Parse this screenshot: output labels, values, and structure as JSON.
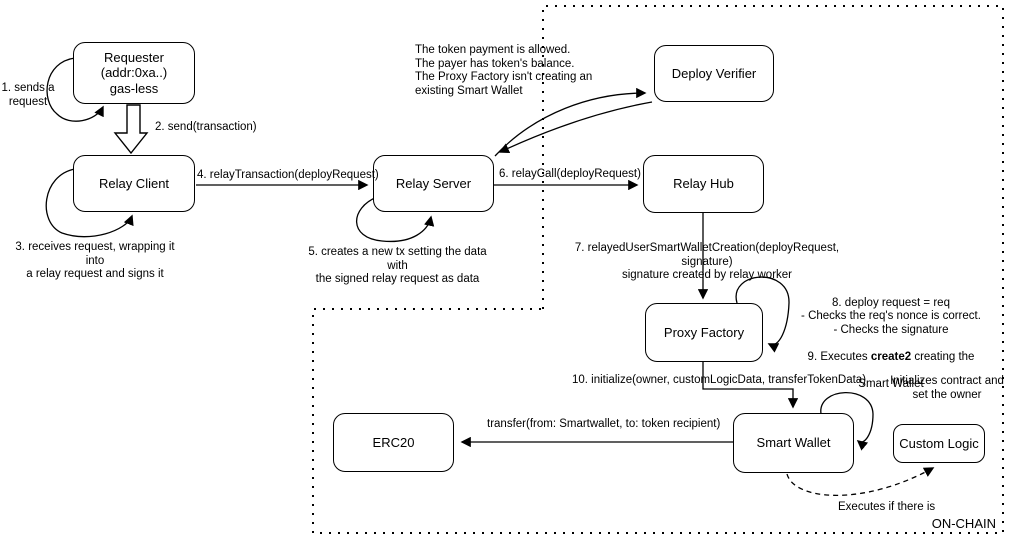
{
  "nodes": {
    "requester": "Requester\n(addr:0xa..)\ngas-less",
    "relay_client": "Relay Client",
    "relay_server": "Relay Server",
    "deploy_verifier": "Deploy Verifier",
    "relay_hub": "Relay Hub",
    "proxy_factory": "Proxy Factory",
    "smart_wallet": "Smart Wallet",
    "erc20": "ERC20",
    "custom_logic": "Custom Logic"
  },
  "labels": {
    "step1": "1. sends a\nrequest",
    "step2": "2. send(transaction)",
    "step3": "3. receives request, wrapping it into\na relay request and signs it",
    "step4": "4. relayTransaction(deployRequest)",
    "step5": "5. creates a new tx setting the data with\nthe signed relay request as data",
    "step6": "6. relayCall(deployRequest)",
    "step7": "7. relayedUserSmartWalletCreation(deployRequest, signature)\nsignature created by relay worker",
    "verifier_checks": "The token payment is allowed.\nThe payer has token's balance.\nThe Proxy Factory isn't creating an\nexisting Smart Wallet",
    "step8": "8. deploy request = req\n- Checks the req's nonce is correct.\n- Checks the signature",
    "step9_prefix": "9. Executes ",
    "step9_bold": "create2",
    "step9_suffix": " creating the",
    "step9_line2": "Smart Wallet",
    "step10": "10. initialize(owner, customLogicData, transferTokenData)",
    "init_owner": "Initializes contract and\nset the owner",
    "transfer": "transfer(from: Smartwallet, to: token recipient)",
    "executes_if": "Executes if there is",
    "on_chain": "ON-CHAIN"
  }
}
